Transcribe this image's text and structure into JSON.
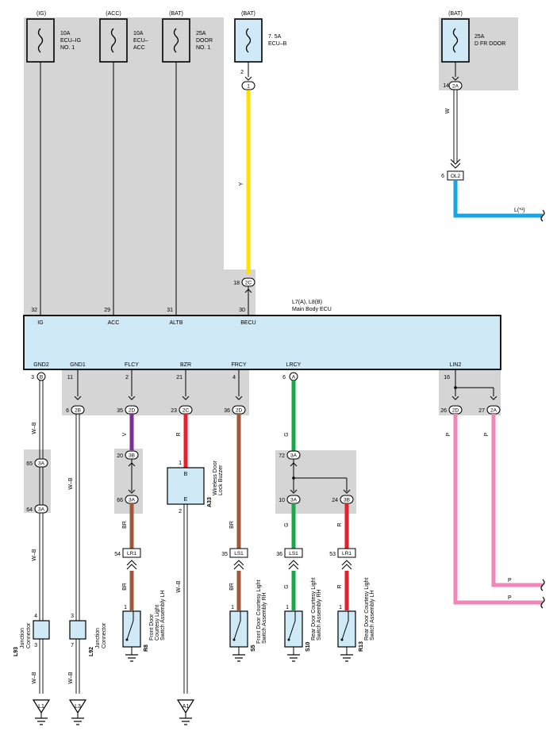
{
  "fuses": [
    {
      "source": "(IG)",
      "amps": "10A",
      "name1": "ECU–IG",
      "name2": "NO. 1",
      "pin": "32",
      "ecu_label": "IG"
    },
    {
      "source": "(ACC)",
      "amps": "10A",
      "name1": "ECU–",
      "name2": "ACC",
      "pin": "29",
      "ecu_label": "ACC"
    },
    {
      "source": "(BAT)",
      "amps": "25A",
      "name1": "DOOR",
      "name2": "NO. 1",
      "pin": "31",
      "ecu_label": "ALTB"
    },
    {
      "source": "(BAT)",
      "amps": "7. 5A",
      "name1": "ECU–B",
      "name2": "",
      "pin": "2",
      "conn": "1",
      "wire_color": "Y",
      "ecu_pin": "30",
      "ecu_conn_pin": "18",
      "ecu_conn": "2C",
      "ecu_label": "BECU"
    },
    {
      "source": "(BAT)",
      "amps": "25A",
      "name1": "D FR DOOR",
      "name2": "",
      "pin": "14",
      "conn": "2A",
      "wire_color": "W"
    }
  ],
  "ol2": {
    "pin": "6",
    "name": "OL2",
    "wire_label": "L(*¹)"
  },
  "ecu": {
    "title1": "L7(A), L8(B)",
    "title2": "Main Body ECU"
  },
  "bottom_terminals": [
    {
      "label": "GND2",
      "pin": "3",
      "conn": "B"
    },
    {
      "label": "GND1",
      "pin": "11"
    },
    {
      "label": "FLCY",
      "pin": "2"
    },
    {
      "label": "BZR",
      "pin": "21"
    },
    {
      "label": "FRCY",
      "pin": "4"
    },
    {
      "label": "LRCY",
      "pin": "6",
      "conn": "A"
    },
    {
      "label": "LIN2",
      "pin": "16"
    }
  ],
  "junction_connectors": [
    {
      "pin": "6",
      "name": "2B"
    },
    {
      "pin": "35",
      "name": "2D"
    },
    {
      "pin": "23",
      "name": "2C"
    },
    {
      "pin": "36",
      "name": "2D"
    },
    {
      "pin": "26",
      "name": "2D"
    },
    {
      "pin": "27",
      "name": "2A"
    },
    {
      "pin": "65",
      "name": "3A"
    },
    {
      "pin": "64",
      "name": "3A"
    },
    {
      "pin": "20",
      "name": "3B"
    },
    {
      "pin": "66",
      "name": "3A"
    },
    {
      "pin": "72",
      "name": "3A"
    },
    {
      "pin": "10",
      "name": "3A"
    },
    {
      "pin": "24",
      "name": "3B"
    }
  ],
  "wire_labels": {
    "wb": "W–B",
    "v": "V",
    "r": "R",
    "br": "BR",
    "g": "G",
    "p": "P"
  },
  "inline_connectors": [
    {
      "pin": "54",
      "name": "LR1"
    },
    {
      "pin": "35",
      "name": "LS1"
    },
    {
      "pin": "36",
      "name": "LS1"
    },
    {
      "pin": "53",
      "name": "LR1"
    }
  ],
  "buzzer": {
    "pin1": "1",
    "pin2": "2",
    "term_b": "B",
    "term_e": "E",
    "code": "A33",
    "name1": "Wireless Door",
    "name2": "Lock Buzzer"
  },
  "junctions": [
    {
      "code": "L93",
      "name1": "Junction",
      "name2": "Connector",
      "pin_top": "4",
      "pin_bottom": "3"
    },
    {
      "code": "L92",
      "name1": "Junction",
      "name2": "Connector",
      "pin_top": "3",
      "pin_bottom": "7"
    }
  ],
  "switches": [
    {
      "code": "R8",
      "name1": "Front Door",
      "name2": "Courtesy Light",
      "name3": "Switch Assembly LH",
      "pin": "1"
    },
    {
      "code": "S5",
      "name1": "Front Door Courtesy Light",
      "name2": "Switch Assembly RH",
      "name3": "",
      "pin": "1"
    },
    {
      "code": "S10",
      "name1": "Rear Door Courtesy Light",
      "name2": "Switch Assembly RH",
      "name3": "",
      "pin": "1"
    },
    {
      "code": "R13",
      "name1": "Rear Door Courtesy Light",
      "name2": "Switch Assembly LH",
      "name3": "",
      "pin": "1"
    }
  ],
  "grounds": [
    {
      "name": "L1"
    },
    {
      "name": "L3"
    },
    {
      "name": "A1"
    }
  ],
  "colors": {
    "yellow": "#ffe000",
    "blue": "#17a6e2",
    "purple": "#7a2f9a",
    "red": "#e8202a",
    "brown": "#a3573a",
    "green": "#1aa84a",
    "pink": "#f186b8",
    "ecu_fill": "#cfe9f6",
    "shade": "#d5d5d5",
    "fuse_blue": "#cfe9f6"
  }
}
